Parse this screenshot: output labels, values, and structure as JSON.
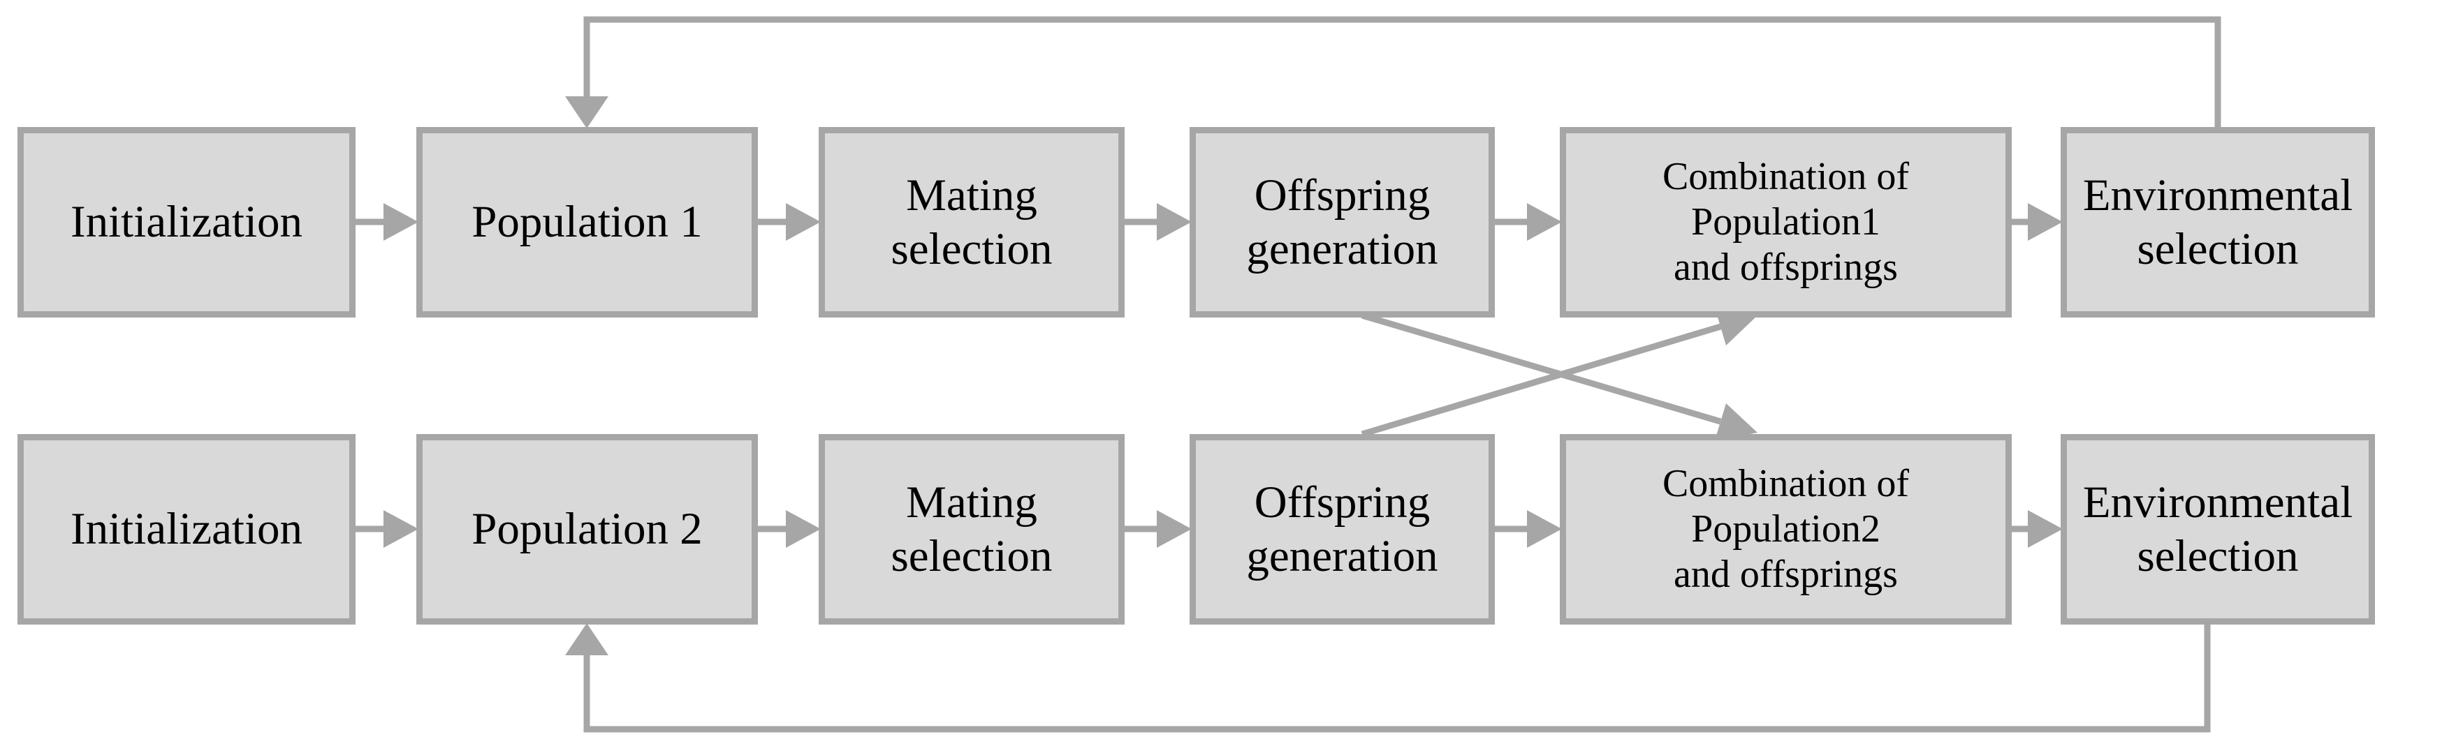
{
  "colors": {
    "background": "#ffffff",
    "box_fill": "#d9d9d9",
    "box_border": "#a6a6a6",
    "connector": "#a6a6a6",
    "text": "#000000"
  },
  "rows": [
    {
      "id": "pipeline-1",
      "boxes": [
        {
          "id": "initialization-1",
          "label": "Initialization"
        },
        {
          "id": "population-1",
          "label": "Population 1"
        },
        {
          "id": "mating-selection-1",
          "label": "Mating\nselection"
        },
        {
          "id": "offspring-generation-1",
          "label": "Offspring\ngeneration"
        },
        {
          "id": "combination-1",
          "label": "Combination of\nPopulation1\nand offsprings"
        },
        {
          "id": "environmental-selection-1",
          "label": "Environmental\nselection"
        }
      ]
    },
    {
      "id": "pipeline-2",
      "boxes": [
        {
          "id": "initialization-2",
          "label": "Initialization"
        },
        {
          "id": "population-2",
          "label": "Population 2"
        },
        {
          "id": "mating-selection-2",
          "label": "Mating\nselection"
        },
        {
          "id": "offspring-generation-2",
          "label": "Offspring\ngeneration"
        },
        {
          "id": "combination-2",
          "label": "Combination of\nPopulation2\nand offsprings"
        },
        {
          "id": "environmental-selection-2",
          "label": "Environmental\nselection"
        }
      ]
    }
  ],
  "connections": [
    {
      "from": "initialization-1",
      "to": "population-1",
      "type": "forward"
    },
    {
      "from": "population-1",
      "to": "mating-selection-1",
      "type": "forward"
    },
    {
      "from": "mating-selection-1",
      "to": "offspring-generation-1",
      "type": "forward"
    },
    {
      "from": "offspring-generation-1",
      "to": "combination-1",
      "type": "forward"
    },
    {
      "from": "combination-1",
      "to": "environmental-selection-1",
      "type": "forward"
    },
    {
      "from": "environmental-selection-1",
      "to": "population-1",
      "type": "feedback-loop-top"
    },
    {
      "from": "offspring-generation-1",
      "to": "combination-2",
      "type": "cross"
    },
    {
      "from": "initialization-2",
      "to": "population-2",
      "type": "forward"
    },
    {
      "from": "population-2",
      "to": "mating-selection-2",
      "type": "forward"
    },
    {
      "from": "mating-selection-2",
      "to": "offspring-generation-2",
      "type": "forward"
    },
    {
      "from": "offspring-generation-2",
      "to": "combination-2",
      "type": "forward"
    },
    {
      "from": "combination-2",
      "to": "environmental-selection-2",
      "type": "forward"
    },
    {
      "from": "environmental-selection-2",
      "to": "population-2",
      "type": "feedback-loop-bottom"
    },
    {
      "from": "offspring-generation-2",
      "to": "combination-1",
      "type": "cross"
    }
  ]
}
